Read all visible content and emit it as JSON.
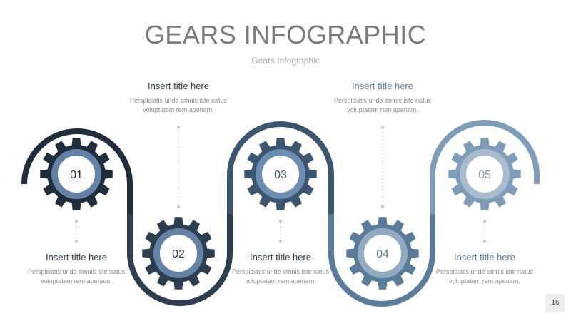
{
  "title": "GEARS INFOGRAPHIC",
  "subtitle": "Gears Infographic",
  "page_number": "16",
  "colors": {
    "c1": "#1f2d3d",
    "c2": "#2c3e50",
    "c3": "#3d5670",
    "c4": "#5a7b99",
    "c5": "#7f9cb8"
  },
  "steps": [
    {
      "number": "01",
      "title": "Insert title here",
      "body": "Perspiciatis unde omnis iste natus voluptatem rem aperiam."
    },
    {
      "number": "02",
      "title": "Insert title here",
      "body": "Perspiciatis unde omnis iste natus voluptatem rem aperiam."
    },
    {
      "number": "03",
      "title": "Insert title here",
      "body": "Perspiciatis unde omnis iste natus voluptatem rem aperiam."
    },
    {
      "number": "04",
      "title": "Insert title here",
      "body": "Perspiciatis unde omnis iste natus voluptatem rem aperiam."
    },
    {
      "number": "05",
      "title": "Insert title here",
      "body": "Perspiciatis unde omnis iste natus voluptatem rem aperiam."
    }
  ]
}
